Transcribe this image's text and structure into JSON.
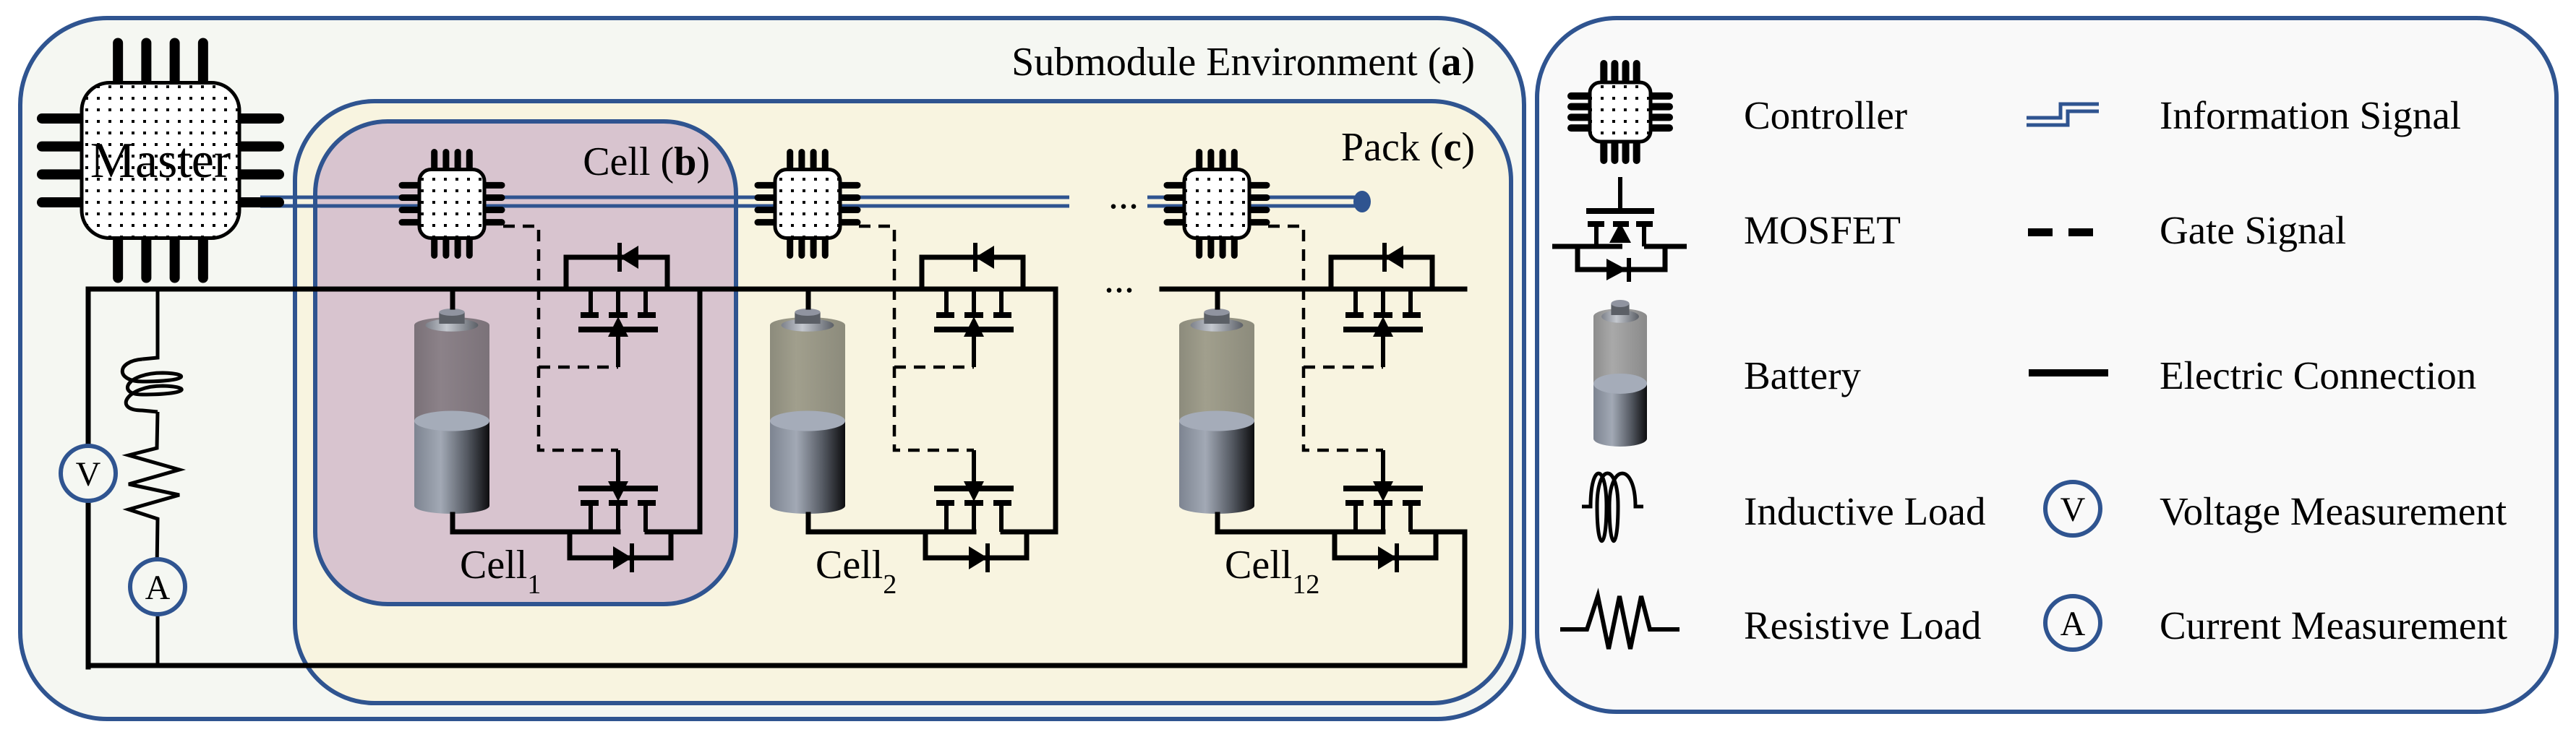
{
  "figure": {
    "type": "block-circuit-diagram",
    "colors": {
      "frame_border": "#2f5490",
      "submodule_bg": "#f5f7f2",
      "pack_bg": "#f8f4e0",
      "cell_bg": "#d8c4cf",
      "legend_bg": "#f9f9f9",
      "information_signal": "#2f5490",
      "wire": "#000000"
    }
  },
  "regions": {
    "submodule": {
      "title": "Submodule Environment",
      "tag": "a"
    },
    "pack": {
      "title": "Pack",
      "tag": "c"
    },
    "cell": {
      "title": "Cell",
      "tag": "b"
    }
  },
  "master": {
    "label": "Master"
  },
  "ellipsis": "...",
  "cells": [
    {
      "name": "Cell",
      "index": "1",
      "charge_fraction": 0.47,
      "highlighted": true
    },
    {
      "name": "Cell",
      "index": "2",
      "charge_fraction": 0.47,
      "highlighted": false
    },
    {
      "name": "Cell",
      "index": "12",
      "charge_fraction": 0.47,
      "highlighted": false
    }
  ],
  "load": {
    "voltmeter": "V",
    "ammeter": "A"
  },
  "legend": {
    "left": [
      {
        "icon": "controller-icon",
        "label": "Controller"
      },
      {
        "icon": "mosfet-icon",
        "label": "MOSFET"
      },
      {
        "icon": "battery-icon",
        "label": "Battery"
      },
      {
        "icon": "inductor-icon",
        "label": "Inductive Load"
      },
      {
        "icon": "resistor-icon",
        "label": "Resistive Load"
      }
    ],
    "right": [
      {
        "icon": "information-signal-icon",
        "label": "Information Signal"
      },
      {
        "icon": "gate-signal-icon",
        "label": "Gate Signal"
      },
      {
        "icon": "electric-connection-icon",
        "label": "Electric Connection"
      },
      {
        "icon": "voltmeter-icon",
        "symbol": "V",
        "label": "Voltage Measurement"
      },
      {
        "icon": "ammeter-icon",
        "symbol": "A",
        "label": "Current Measurement"
      }
    ]
  }
}
